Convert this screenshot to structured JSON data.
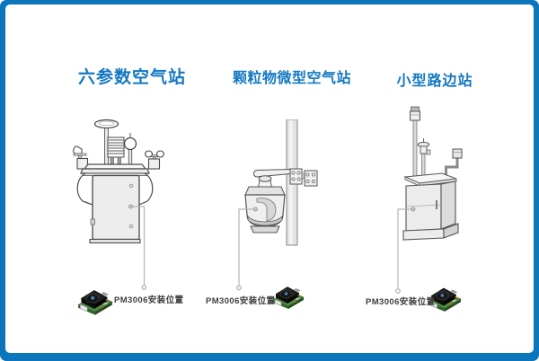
{
  "frame": {
    "accent_color": "#0b76bc",
    "background_color": "#ffffff"
  },
  "palette": {
    "title_text": "#1478c2",
    "annotation_text": "#3f3f3f",
    "leader_line": "#b4b4b4",
    "outline_gray": "#4a4a4a",
    "pcb_green": "#4c8c44",
    "module_body": "#1f1f1f"
  },
  "stations": [
    {
      "title": "六参数空气站",
      "annotation_label": "PM3006安装位置",
      "illustration": "six-parameter-air-station-cabinet"
    },
    {
      "title": "颗粒物微型空气站",
      "annotation_label": "PM3006安装位置",
      "illustration": "pole-mounted-micro-air-station"
    },
    {
      "title": "小型路边站",
      "annotation_label": "PM3006安装位置",
      "illustration": "small-roadside-station-cabinet"
    }
  ]
}
